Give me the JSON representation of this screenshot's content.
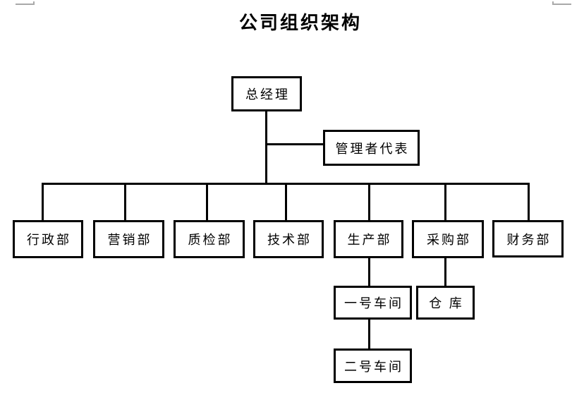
{
  "page": {
    "title": "公司组织架构",
    "background": "#ffffff"
  },
  "org_chart": {
    "nodes": {
      "general_manager": "总经理",
      "management_representative": "管理者代表",
      "admin_dept": "行政部",
      "marketing_dept": "营销部",
      "quality_dept": "质检部",
      "tech_dept": "技术部",
      "production_dept": "生产部",
      "purchasing_dept": "采购部",
      "finance_dept": "财务部",
      "workshop_1": "一号车间",
      "warehouse": "仓 库",
      "workshop_2": "二号车间"
    },
    "hierarchy": [
      {
        "parent": "总经理",
        "relation": "line",
        "children": [
          "行政部",
          "营销部",
          "质检部",
          "技术部",
          "生产部",
          "采购部",
          "财务部"
        ]
      },
      {
        "parent": "总经理",
        "relation": "staff",
        "children": [
          "管理者代表"
        ]
      },
      {
        "parent": "生产部",
        "relation": "line",
        "children": [
          "一号车间"
        ]
      },
      {
        "parent": "一号车间",
        "relation": "line",
        "children": [
          "二号车间"
        ]
      },
      {
        "parent": "采购部",
        "relation": "line",
        "children": [
          "仓 库"
        ]
      }
    ],
    "colors": {
      "connector": "#000000",
      "box_border": "#000000",
      "text": "#000000",
      "crop_mark": "#a9a9a9"
    }
  }
}
